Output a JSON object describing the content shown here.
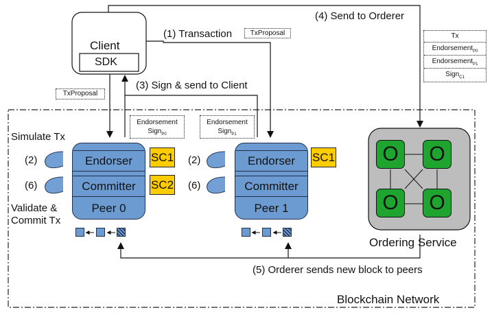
{
  "client": {
    "title": "Client",
    "sdk_label": "SDK"
  },
  "steps": {
    "step1": "(1) Transaction",
    "step3": "(3) Sign & send to Client",
    "step4": "(4) Send to Orderer",
    "step5": "(5) Orderer sends new block to peers"
  },
  "tx_proposal": "TxProposal",
  "endorsement_p0": {
    "line1": "Endorsement",
    "line2": "Sign",
    "sub": "P0"
  },
  "endorsement_p1": {
    "line1": "Endorsement",
    "line2": "Sign",
    "sub": "P1"
  },
  "tx_bundle": {
    "tx": "Tx",
    "endorsement": "Endorsement",
    "sub_p0": "P0",
    "sub_p1": "P1",
    "sign": "Sign",
    "sub_c1": "C1"
  },
  "left_labels": {
    "simulate": "Simulate Tx",
    "validate_line1": "Validate &",
    "validate_line2": "Commit Tx",
    "num2": "(2)",
    "num6": "(6)"
  },
  "peer0": {
    "endorser": "Endorser",
    "committer": "Committer",
    "name": "Peer 0",
    "sc_top": "SC1",
    "sc_bottom": "SC2"
  },
  "peer1": {
    "endorser": "Endorser",
    "committer": "Committer",
    "name": "Peer 1",
    "sc_top": "SC1"
  },
  "ordering": {
    "label": "Ordering Service",
    "node": "O"
  },
  "network_label": "Blockchain Network",
  "colors": {
    "peer": "#6c9bd2",
    "smart_contract": "#ffcc00",
    "orderer_node": "#1fa52f",
    "orderer_bg": "#bdbdbd"
  }
}
